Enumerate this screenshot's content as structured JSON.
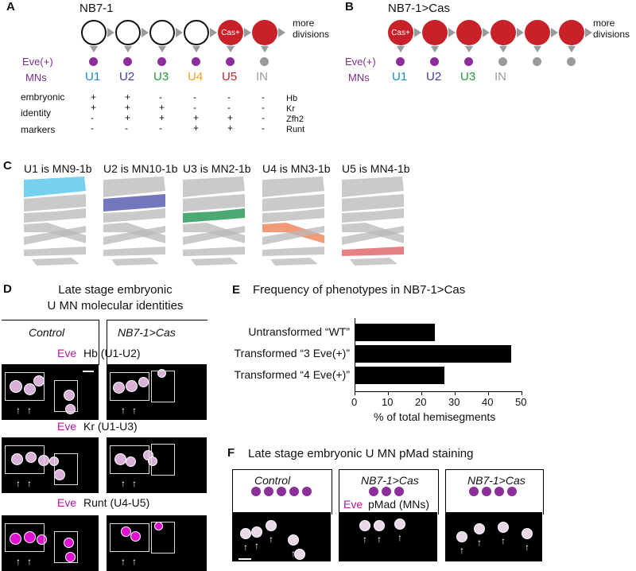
{
  "panelA": {
    "letter": "A",
    "title": "NB7-1",
    "cas_label": "Cas+",
    "more": "more\ndivisions",
    "eve_label": "Eve(+)",
    "mns_label": "MNs",
    "neurons": [
      {
        "label": "U1",
        "color": "#1a8ad0"
      },
      {
        "label": "U2",
        "color": "#3b3f99"
      },
      {
        "label": "U3",
        "color": "#1f9a3a"
      },
      {
        "label": "U4",
        "color": "#f0a020"
      },
      {
        "label": "U5",
        "color": "#c8212a"
      },
      {
        "label": "IN",
        "color": "#9a9a9a"
      }
    ],
    "row_labels": [
      "embryonic",
      "identity",
      "markers"
    ],
    "markers": [
      "Hb",
      "Kr",
      "Zfh2",
      "Runt"
    ],
    "marker_table": [
      [
        "+",
        "+",
        "-",
        "-",
        "-",
        "-"
      ],
      [
        "+",
        "+",
        "+",
        "-",
        "-",
        "-"
      ],
      [
        "-",
        "+",
        "+",
        "+",
        "+",
        "-"
      ],
      [
        "-",
        "-",
        "-",
        "+",
        "+",
        "-"
      ]
    ]
  },
  "panelB": {
    "letter": "B",
    "title": "NB7-1>Cas",
    "cas_label": "Cas+",
    "more": "more\ndivisions",
    "eve_label": "Eve(+)",
    "mns_label": "MNs",
    "neurons": [
      {
        "label": "U1",
        "color": "#1a8ad0"
      },
      {
        "label": "U2",
        "color": "#3b3f99"
      },
      {
        "label": "U3",
        "color": "#1f9a3a"
      },
      {
        "label": "IN",
        "color": "#9a9a9a"
      }
    ]
  },
  "panelC": {
    "letter": "C",
    "items": [
      {
        "label": "U1 is MN9-1b",
        "color": "#5ec8ec"
      },
      {
        "label": "U2 is MN10-1b",
        "color": "#5b5fb0"
      },
      {
        "label": "U3 is MN2-1b",
        "color": "#2e9a5a"
      },
      {
        "label": "U4 is MN3-1b",
        "color": "#f08a60"
      },
      {
        "label": "U5 is MN4-1b",
        "color": "#e06a70"
      }
    ]
  },
  "panelD": {
    "letter": "D",
    "title_line1": "Late stage embryonic",
    "title_line2": "U MN molecular identities",
    "control": "Control",
    "cas": "NB7-1>Cas",
    "rows": [
      {
        "eve": "Eve",
        "marker": "Hb (U1-U2)"
      },
      {
        "eve": "Eve",
        "marker": "Kr (U1-U3)"
      },
      {
        "eve": "Eve",
        "marker": "Runt (U4-U5)"
      }
    ]
  },
  "panelE": {
    "letter": "E",
    "title": "Frequency of phenotypes in NB7-1>Cas",
    "chart_data": {
      "type": "bar",
      "orientation": "horizontal",
      "categories": [
        "Untransformed “WT”",
        "Transformed “3 Eve(+)”",
        "Transformed “4 Eve(+)”"
      ],
      "values": [
        24,
        47,
        27
      ],
      "xlabel": "% of total hemisegments",
      "xlim": [
        0,
        50
      ],
      "xticks": [
        0,
        10,
        20,
        30,
        40,
        50
      ],
      "bar_color": "#000000"
    }
  },
  "panelF": {
    "letter": "F",
    "title": "Late stage embryonic U MN pMad staining",
    "panels": [
      {
        "label": "Control",
        "dots": 5
      },
      {
        "label": "NB7-1>Cas",
        "dots": 3
      },
      {
        "label": "NB7-1>Cas",
        "dots": 4
      }
    ],
    "eve": "Eve",
    "pmad": "pMad (MNs)"
  }
}
